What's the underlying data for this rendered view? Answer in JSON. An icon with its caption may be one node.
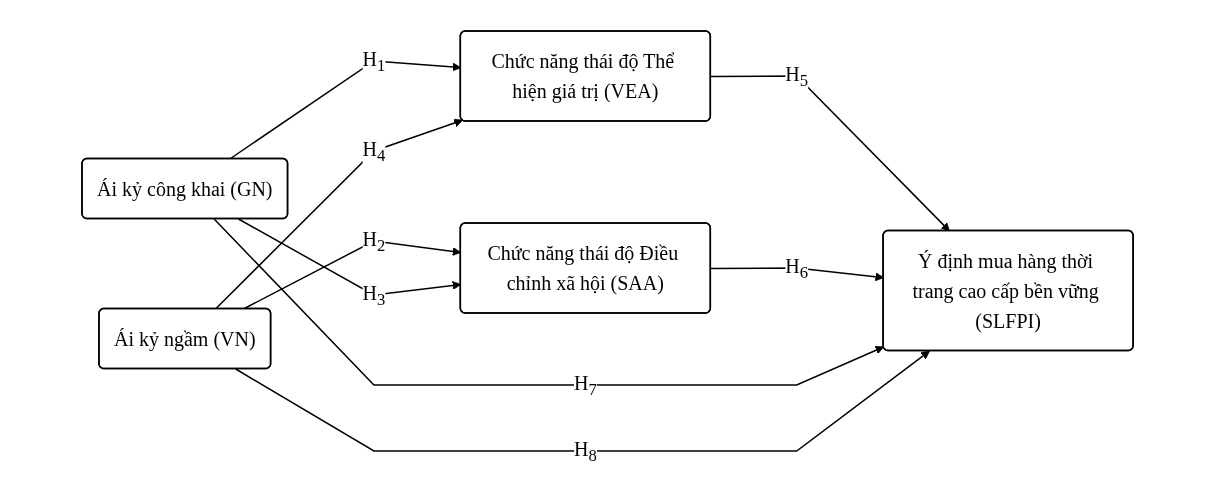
{
  "diagram": {
    "nodes": [
      {
        "text": [
          "Ái kỷ công khai (GN)"
        ]
      },
      {
        "text": [
          "Ái kỷ ngầm (VN)"
        ]
      },
      {
        "text": [
          "Chức năng thái độ Thể hiện giá trị (VEA)"
        ]
      },
      {
        "text": [
          "Chức năng thái độ Điều chỉnh xã hội (SAA)"
        ]
      },
      {
        "text": [
          "Ý định mua hàng thời trang cao cấp bền vững (SLFPI)"
        ]
      }
    ],
    "edges": [
      {
        "from": 0,
        "to": 2,
        "arrow": "to",
        "label": "H$_{1}$"
      },
      {
        "from": 1,
        "to": 3,
        "arrow": "to",
        "label": "H$_{2}$"
      },
      {
        "from": 0,
        "to": 3,
        "arrow": "to",
        "label": "H$_{3}$"
      },
      {
        "from": 1,
        "to": 2,
        "arrow": "to",
        "label": "H$_{4}$"
      },
      {
        "from": 2,
        "to": 4,
        "arrow": "to",
        "label": "H$_{5}$"
      },
      {
        "from": 3,
        "to": 4,
        "arrow": "to",
        "label": "H$_{6}$"
      },
      {
        "from": 0,
        "to": 4,
        "arrow": "to",
        "label": "H$_{7}$"
      },
      {
        "from": 1,
        "to": 4,
        "arrow": "to",
        "label": "H$_{8}$"
      }
    ]
  }
}
